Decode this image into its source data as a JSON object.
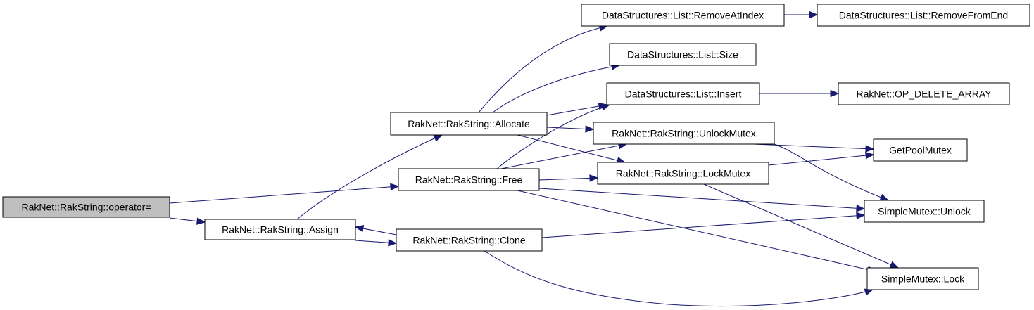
{
  "diagram": {
    "type": "call-graph",
    "nodes": [
      {
        "id": "n0",
        "label": "RakNet::RakString::operator=",
        "root": true
      },
      {
        "id": "n1",
        "label": "RakNet::RakString::Assign"
      },
      {
        "id": "n2",
        "label": "RakNet::RakString::Free"
      },
      {
        "id": "n3",
        "label": "RakNet::RakString::Clone"
      },
      {
        "id": "n4",
        "label": "RakNet::RakString::Allocate"
      },
      {
        "id": "n5",
        "label": "DataStructures::List::RemoveAtIndex"
      },
      {
        "id": "n6",
        "label": "DataStructures::List::Size"
      },
      {
        "id": "n7",
        "label": "DataStructures::List::Insert"
      },
      {
        "id": "n8",
        "label": "RakNet::RakString::UnlockMutex"
      },
      {
        "id": "n9",
        "label": "RakNet::RakString::LockMutex"
      },
      {
        "id": "n10",
        "label": "DataStructures::List::RemoveFromEnd"
      },
      {
        "id": "n11",
        "label": "RakNet::OP_DELETE_ARRAY"
      },
      {
        "id": "n12",
        "label": "GetPoolMutex"
      },
      {
        "id": "n13",
        "label": "SimpleMutex::Unlock"
      },
      {
        "id": "n14",
        "label": "SimpleMutex::Lock"
      }
    ],
    "edges": [
      {
        "from": "n0",
        "to": "n1"
      },
      {
        "from": "n0",
        "to": "n2"
      },
      {
        "from": "n1",
        "to": "n4"
      },
      {
        "from": "n1",
        "to": "n3"
      },
      {
        "from": "n3",
        "to": "n1"
      },
      {
        "from": "n4",
        "to": "n5"
      },
      {
        "from": "n4",
        "to": "n6"
      },
      {
        "from": "n4",
        "to": "n7"
      },
      {
        "from": "n4",
        "to": "n8"
      },
      {
        "from": "n4",
        "to": "n9"
      },
      {
        "from": "n2",
        "to": "n7"
      },
      {
        "from": "n2",
        "to": "n8"
      },
      {
        "from": "n2",
        "to": "n9"
      },
      {
        "from": "n2",
        "to": "n13"
      },
      {
        "from": "n2",
        "to": "n14"
      },
      {
        "from": "n3",
        "to": "n13"
      },
      {
        "from": "n3",
        "to": "n14"
      },
      {
        "from": "n5",
        "to": "n10"
      },
      {
        "from": "n7",
        "to": "n11"
      },
      {
        "from": "n8",
        "to": "n12"
      },
      {
        "from": "n8",
        "to": "n13"
      },
      {
        "from": "n9",
        "to": "n12"
      },
      {
        "from": "n9",
        "to": "n14"
      }
    ],
    "colors": {
      "edge": "#191970",
      "root_fill": "#bfbfbf",
      "node_fill": "#ffffff",
      "node_border": "#000000"
    }
  }
}
